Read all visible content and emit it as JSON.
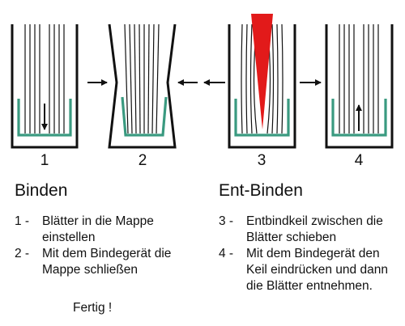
{
  "figures": [
    {
      "number": "1",
      "step": "insert"
    },
    {
      "number": "2",
      "step": "close"
    },
    {
      "number": "3",
      "step": "wedge"
    },
    {
      "number": "4",
      "step": "remove"
    }
  ],
  "colors": {
    "outline": "#111111",
    "folder": "#3a9a80",
    "wedge": "#e21a1a"
  },
  "binden": {
    "title": "Binden",
    "steps": [
      {
        "num": "1 -",
        "text": "Blätter in die Mappe einstellen"
      },
      {
        "num": "2 -",
        "text": "Mit dem Bindegerät die Mappe schließen"
      }
    ],
    "fertig": "Fertig !"
  },
  "entbinden": {
    "title": "Ent-Binden",
    "steps": [
      {
        "num": "3 -",
        "text": "Entbindkeil zwischen die Blätter schieben"
      },
      {
        "num": "4 -",
        "text": "Mit dem Bindegerät den Keil eindrücken und dann die Blätter entnehmen."
      }
    ]
  }
}
